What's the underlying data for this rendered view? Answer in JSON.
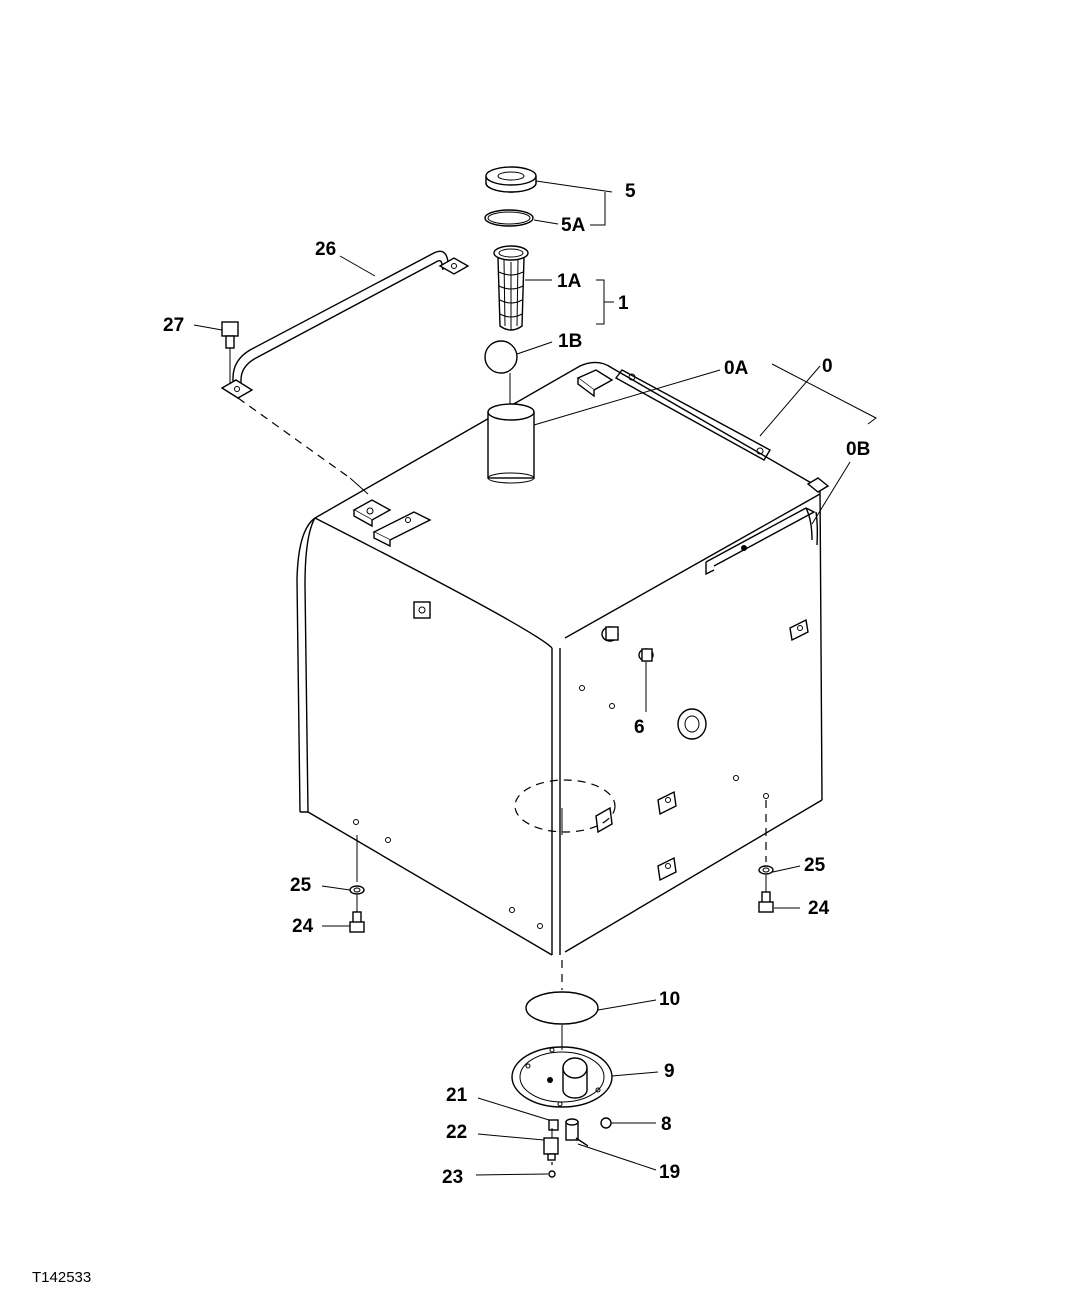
{
  "diagram": {
    "reference_code": "T142533",
    "labels": {
      "p5": "5",
      "p5A": "5A",
      "p26": "26",
      "p1A": "1A",
      "p1": "1",
      "p27": "27",
      "p1B": "1B",
      "p0A": "0A",
      "p0": "0",
      "p0B": "0B",
      "p6": "6",
      "p25_right": "25",
      "p25_left": "25",
      "p24_right": "24",
      "p24_left": "24",
      "p10": "10",
      "p9": "9",
      "p21": "21",
      "p8": "8",
      "p22": "22",
      "p19": "19",
      "p23": "23"
    }
  }
}
